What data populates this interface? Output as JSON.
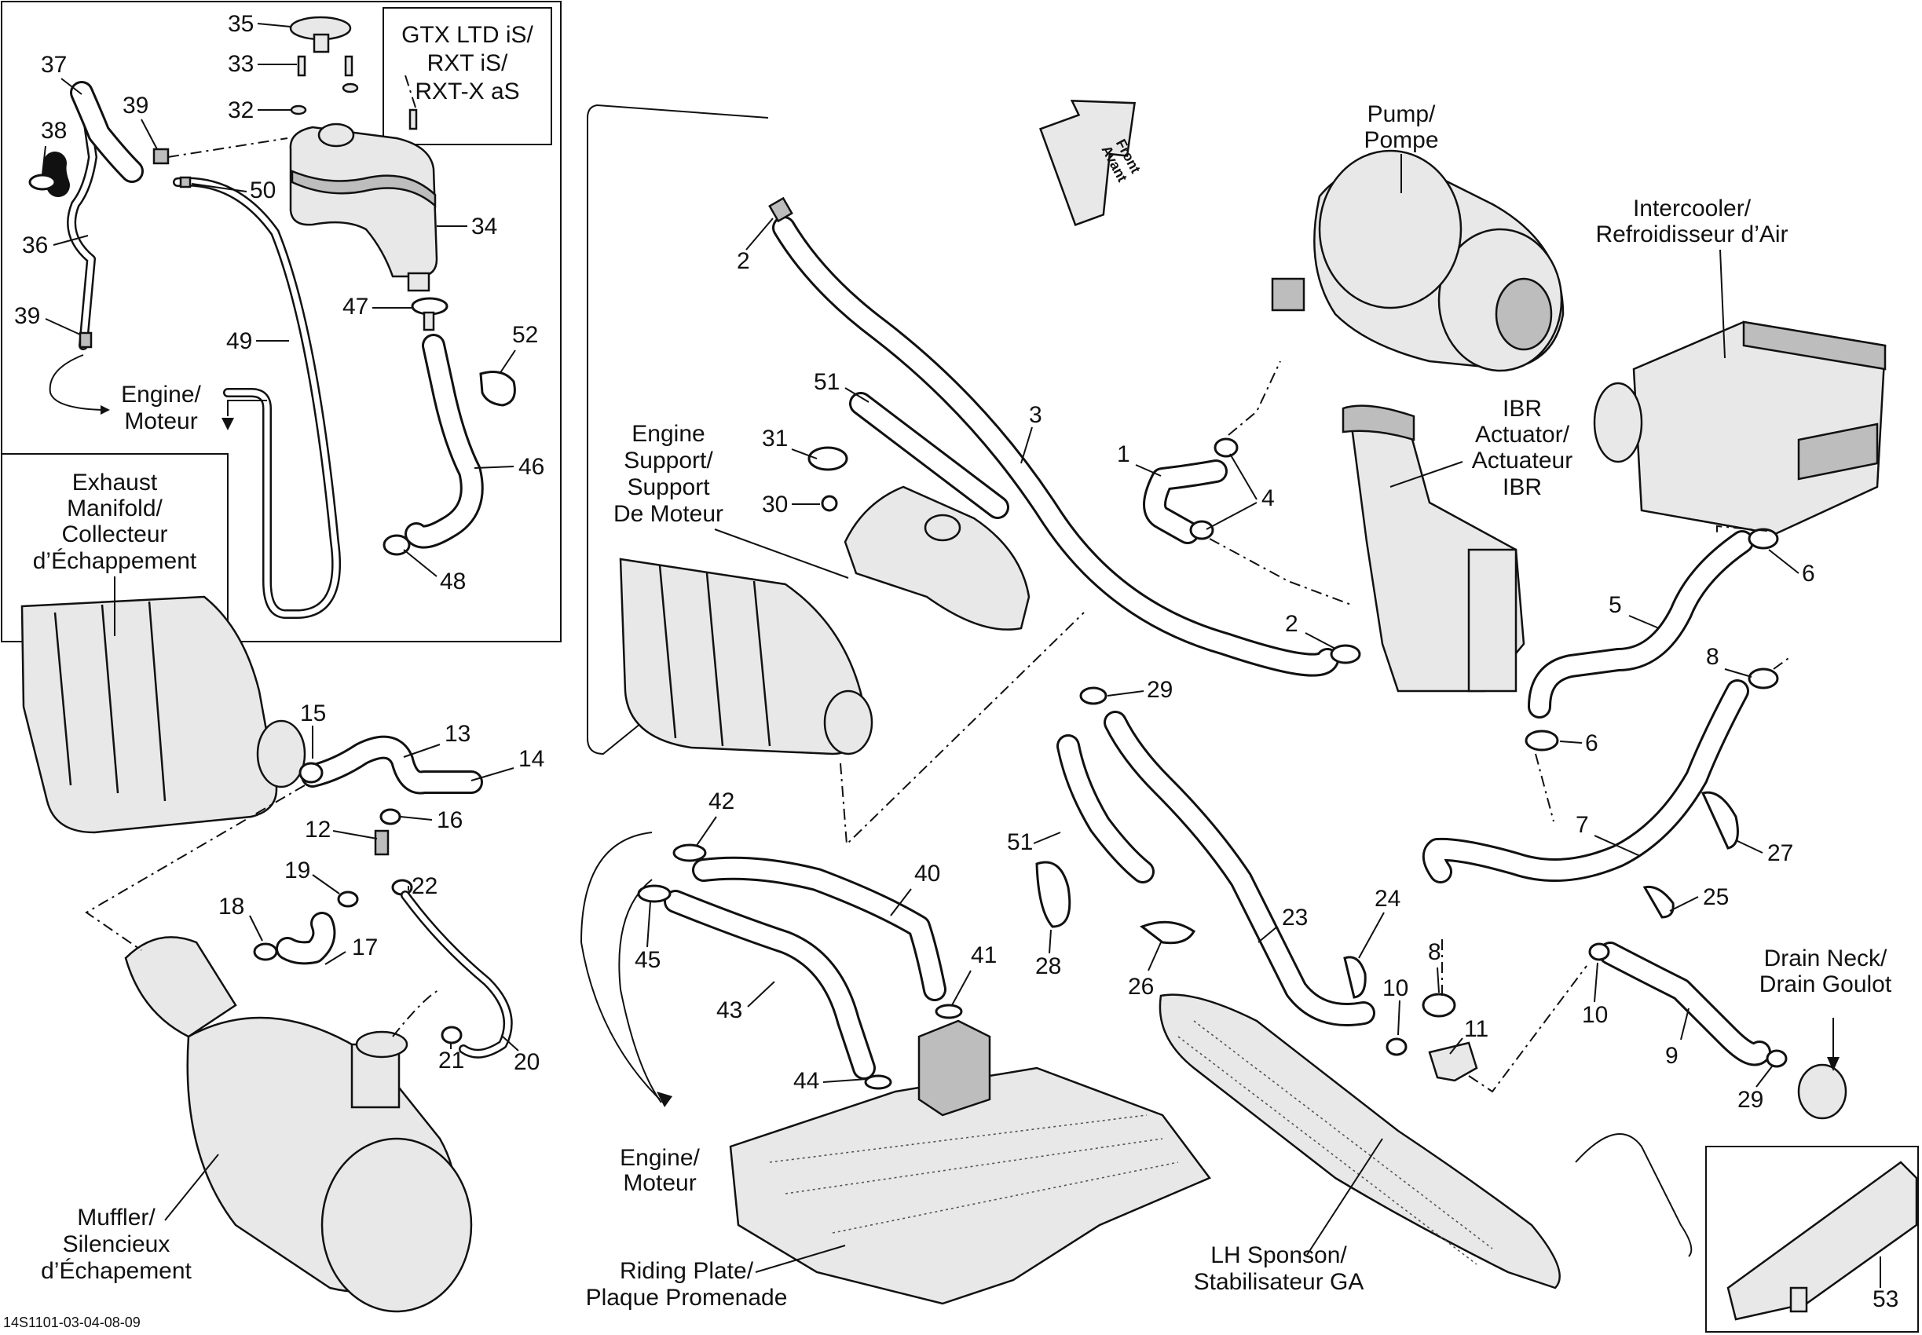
{
  "document_id": "14S1101-03-04-08-09",
  "callouts": [
    "35",
    "33",
    "32",
    "37",
    "38",
    "39",
    "50",
    "34",
    "36",
    "39",
    "47",
    "52",
    "49",
    "46",
    "48",
    "2",
    "51",
    "3",
    "31",
    "30",
    "1",
    "4",
    "2",
    "29",
    "6",
    "5",
    "8",
    "6",
    "7",
    "27",
    "25",
    "15",
    "13",
    "14",
    "16",
    "12",
    "19",
    "22",
    "18",
    "17",
    "21",
    "20",
    "42",
    "40",
    "45",
    "41",
    "43",
    "44",
    "51",
    "28",
    "26",
    "23",
    "24",
    "10",
    "8",
    "11",
    "10",
    "9",
    "29",
    "53"
  ],
  "captions": {
    "gtx_1": "GTX LTD iS/",
    "gtx_2": "RXT iS/",
    "gtx_3": "RXT-X aS",
    "engine_a_1": "Engine/",
    "engine_a_2": "Moteur",
    "exhaust_1": "Exhaust",
    "exhaust_2": "Manifold/",
    "exhaust_3": "Collecteur",
    "exhaust_4": "d’Échappement",
    "muffler_1": "Muffler/",
    "muffler_2": "Silencieux",
    "muffler_3": "d’Échapement",
    "pump_1": "Pump/",
    "pump_2": "Pompe",
    "front_1": "Front",
    "front_2": "Avant",
    "intercooler_1": "Intercooler/",
    "intercooler_2": "Refroidisseur d’Air",
    "ibr_1": "IBR",
    "ibr_2": "Actuator/",
    "ibr_3": "Actuateur",
    "ibr_4": "IBR",
    "support_1": "Engine",
    "support_2": "Support/",
    "support_3": "Support",
    "support_4": "De Moteur",
    "engine_b_1": "Engine/",
    "engine_b_2": "Moteur",
    "riding_1": "Riding Plate/",
    "riding_2": "Plaque Promenade",
    "sponson_1": "LH Sponson/",
    "sponson_2": "Stabilisateur GA",
    "drain_1": "Drain Neck/",
    "drain_2": "Drain Goulot"
  }
}
